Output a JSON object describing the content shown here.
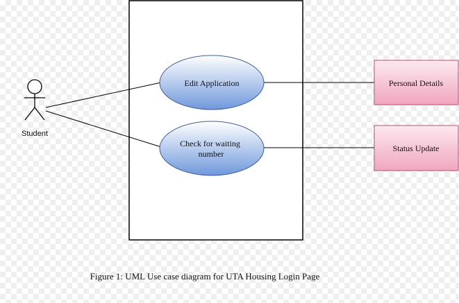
{
  "actor": {
    "label": "Student"
  },
  "use_cases": [
    {
      "lines": [
        "Edit Application"
      ]
    },
    {
      "lines": [
        "Check for waiting",
        "number"
      ]
    }
  ],
  "externals": [
    {
      "label": "Personal Details"
    },
    {
      "label": "Status Update"
    }
  ],
  "caption": "Figure 1: UML Use case diagram for UTA Housing Login Page",
  "colors": {
    "ellipse_top": "#ffffff",
    "ellipse_bottom": "#6f98dc",
    "ellipse_stroke": "#3d5f99",
    "box_top": "#fde9ef",
    "box_bottom": "#f0a6bf",
    "box_stroke": "#b84d73",
    "line": "#000000"
  }
}
